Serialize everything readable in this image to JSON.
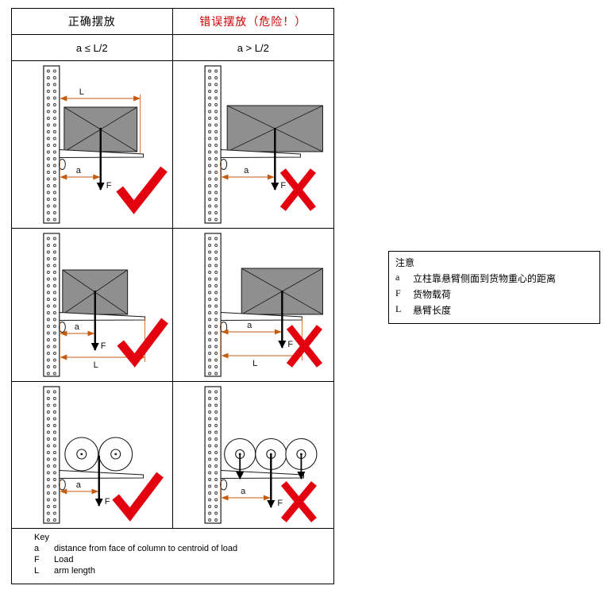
{
  "header": {
    "correct_title": "正确摆放",
    "incorrect_title": "错误摆放（危险！）",
    "correct_condition": "a ≤ L/2",
    "incorrect_condition": "a > L/2"
  },
  "labels": {
    "arm_length": "L",
    "distance": "a",
    "load": "F"
  },
  "key": {
    "title": "Key",
    "items": [
      {
        "symbol": "a",
        "text": "distance from face of column to centroid of load"
      },
      {
        "symbol": "F",
        "text": "Load"
      },
      {
        "symbol": "L",
        "text": "arm length"
      }
    ]
  },
  "note": {
    "title": "注意",
    "items": [
      {
        "symbol": "a",
        "text": "立柱靠悬臂侧面到货物重心的距离"
      },
      {
        "symbol": "F",
        "text": "货物载荷"
      },
      {
        "symbol": "L",
        "text": "悬臂长度"
      }
    ]
  },
  "colors": {
    "danger_red": "#e3000f",
    "header_incorrect_red": "#cc0000",
    "dimension_orange": "#c55a11",
    "load_gray": "#8f8f8f"
  }
}
